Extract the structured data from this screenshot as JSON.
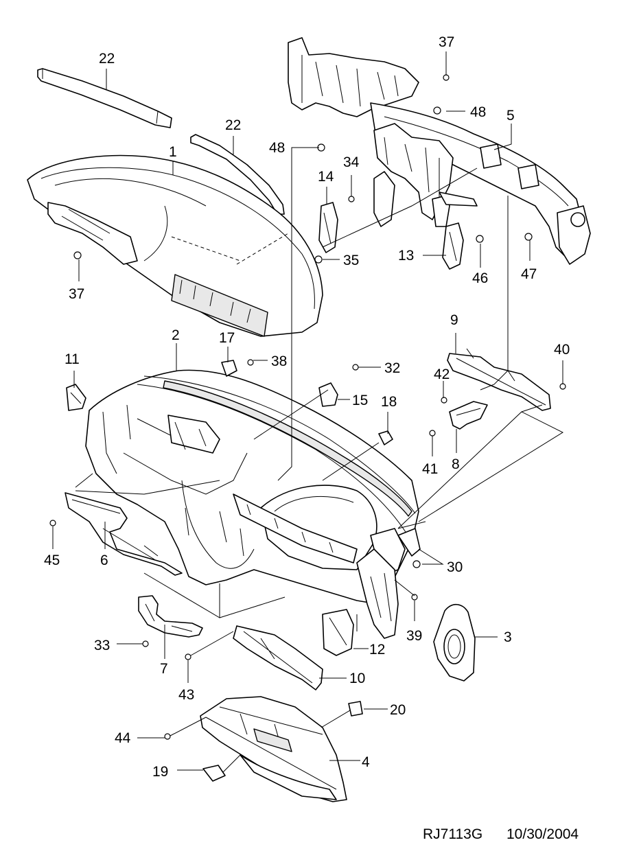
{
  "drawing": {
    "reference": "RJ7113G",
    "date": "10/30/2004"
  },
  "callouts": {
    "c1": "1",
    "c2": "2",
    "c3": "3",
    "c4": "4",
    "c5": "5",
    "c6": "6",
    "c7": "7",
    "c8": "8",
    "c9": "9",
    "c10": "10",
    "c11": "11",
    "c12": "12",
    "c13": "13",
    "c14": "14",
    "c15": "15",
    "c17": "17",
    "c18": "18",
    "c19": "19",
    "c20": "20",
    "c22a": "22",
    "c22b": "22",
    "c30": "30",
    "c32": "32",
    "c33": "33",
    "c34": "34",
    "c35": "35",
    "c37a": "37",
    "c37b": "37",
    "c38": "38",
    "c39": "39",
    "c40": "40",
    "c41": "41",
    "c42": "42",
    "c43": "43",
    "c44": "44",
    "c45": "45",
    "c46": "46",
    "c47": "47",
    "c48a": "48",
    "c48b": "48"
  }
}
